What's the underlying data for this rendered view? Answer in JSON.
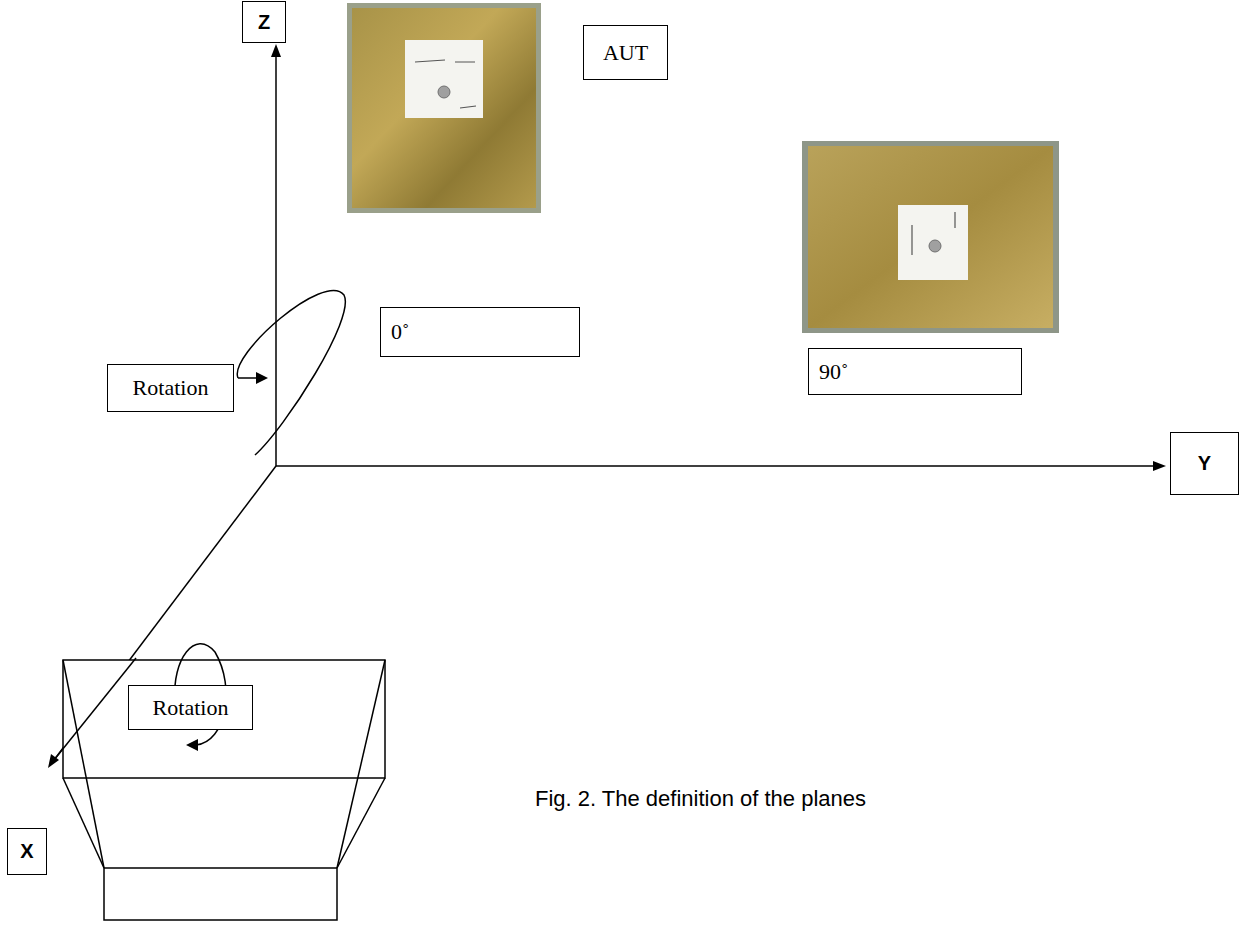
{
  "diagram": {
    "caption": "Fig. 2. The definition of the planes",
    "nodes": [
      {
        "text": [
          "Z"
        ]
      },
      {
        "text": [
          "AUT"
        ]
      },
      {
        "text": [
          "Rotation"
        ]
      },
      {
        "text": [
          "0˚"
        ]
      },
      {
        "text": [
          "90˚"
        ]
      },
      {
        "text": [
          "Y"
        ]
      },
      {
        "text": [
          "Rotation"
        ]
      },
      {
        "text": [
          "X"
        ]
      }
    ]
  }
}
